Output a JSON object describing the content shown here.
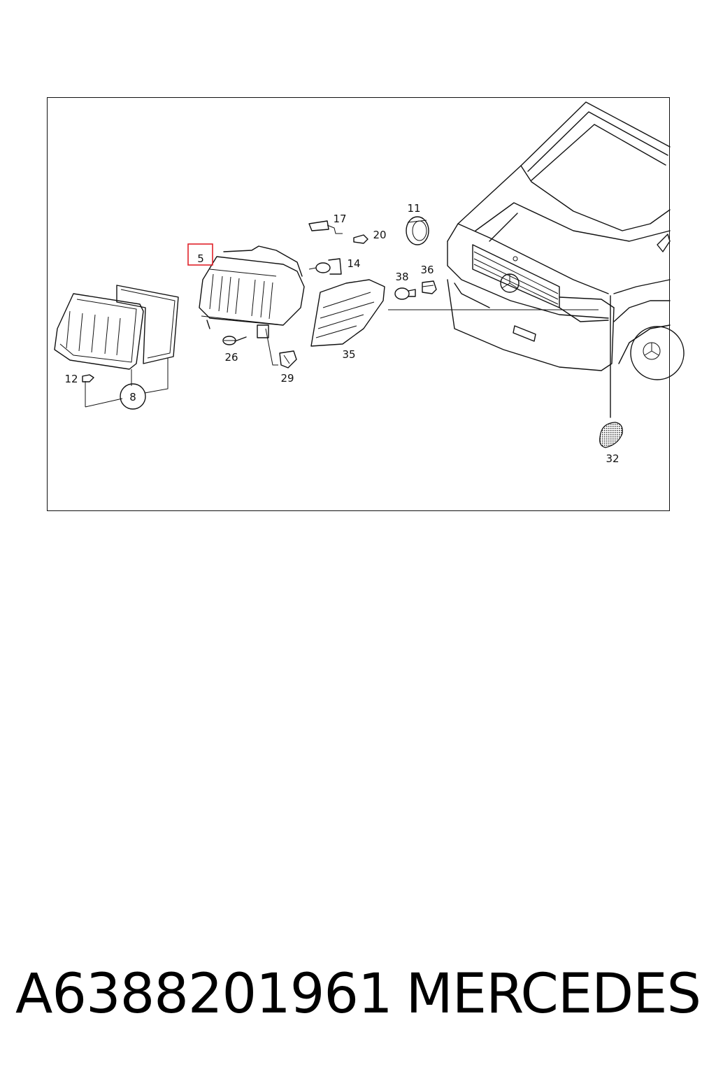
{
  "diagram": {
    "callouts": {
      "c5": "5",
      "c17": "17",
      "c20": "20",
      "c11": "11",
      "c14": "14",
      "c38": "38",
      "c36": "36",
      "c26": "26",
      "c29": "29",
      "c35": "35",
      "c12": "12",
      "c8": "8",
      "c32": "32"
    },
    "highlight_color": "#e0222a",
    "highlighted_callout": "5"
  },
  "footer": {
    "part_number": "A6388201961",
    "brand": "MERCEDES"
  }
}
